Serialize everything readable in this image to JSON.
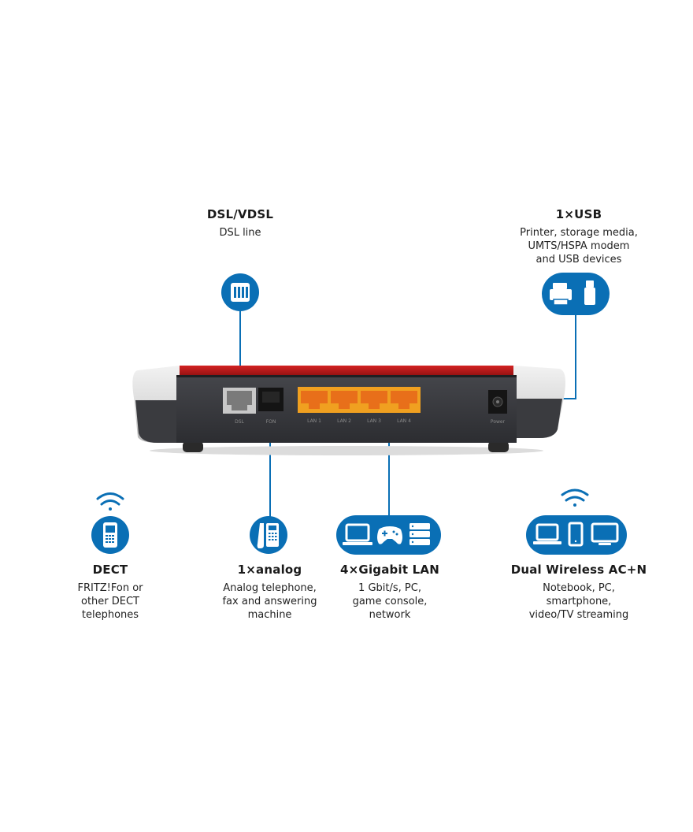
{
  "callouts": {
    "dsl": {
      "title": "DSL/VDSL",
      "lines": [
        "DSL line"
      ],
      "icon": "dsl-socket-icon"
    },
    "usb": {
      "title": "1×USB",
      "lines": [
        "Printer, storage media,",
        "UMTS/HSPA modem",
        "and USB devices"
      ],
      "icons": [
        "printer-icon",
        "usb-stick-icon"
      ]
    },
    "dect": {
      "title": "DECT",
      "lines": [
        "FRITZ!Fon or",
        "other DECT",
        "telephones"
      ],
      "icons": [
        "wifi-icon",
        "cordless-phone-icon"
      ]
    },
    "analog": {
      "title": "1×analog",
      "lines": [
        "Analog telephone,",
        "fax and answering",
        "machine"
      ],
      "icon": "desk-phone-icon"
    },
    "lan": {
      "title": "4×Gigabit LAN",
      "lines": [
        "1 Gbit/s, PC,",
        "game console,",
        "network"
      ],
      "icons": [
        "laptop-icon",
        "gamepad-icon",
        "server-icon"
      ]
    },
    "wireless": {
      "title": "Dual Wireless  AC+N",
      "lines": [
        "Notebook, PC,",
        "smartphone,",
        "video/TV streaming"
      ],
      "icons": [
        "wifi-icon",
        "laptop-icon",
        "smartphone-icon",
        "tv-icon"
      ]
    }
  },
  "router": {
    "ports": {
      "dsl": "DSL",
      "fon": "FON",
      "lan1": "LAN 1",
      "lan2": "LAN 2",
      "lan3": "LAN 3",
      "lan4": "LAN 4",
      "power": "Power"
    }
  },
  "colors": {
    "accent_blue": "#0a6fb5",
    "router_red": "#b01818",
    "router_body": "#3a3b3f",
    "lan_orange": "#f08a1c"
  }
}
